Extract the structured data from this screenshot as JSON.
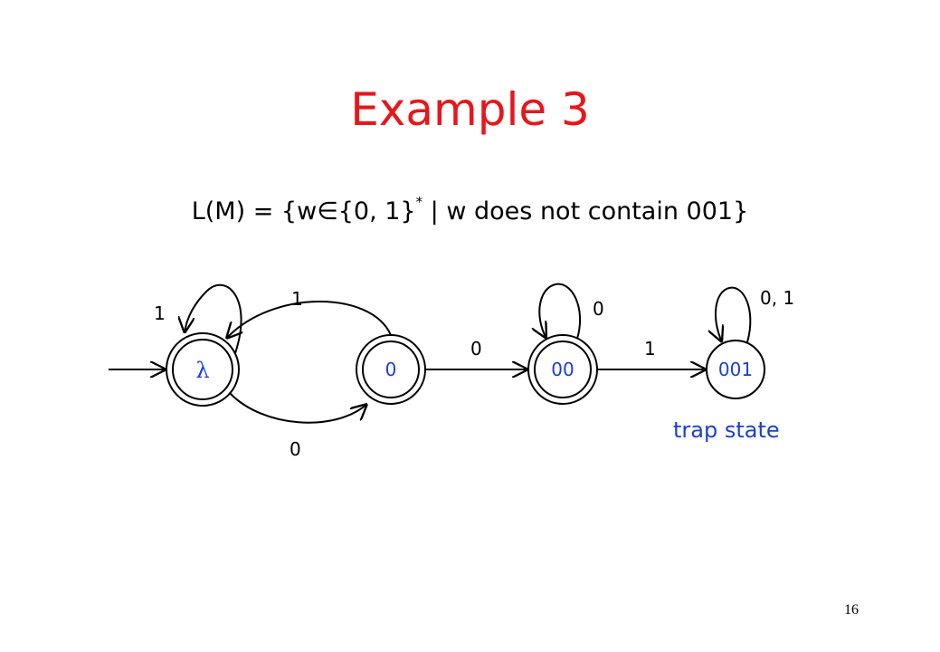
{
  "slide": {
    "title": "Example 3",
    "formula_prefix": "L(M) = {w∈{0, 1}",
    "formula_star": "*",
    "formula_suffix": " | w does not contain 001}",
    "page_number": "16"
  },
  "diagram": {
    "states": [
      {
        "label": "λ",
        "accepting": true,
        "start": true
      },
      {
        "label": "0",
        "accepting": true
      },
      {
        "label": "00",
        "accepting": true
      },
      {
        "label": "001",
        "accepting": false
      }
    ],
    "transitions": [
      {
        "from": "λ",
        "to": "λ",
        "label": "1"
      },
      {
        "from": "0",
        "to": "λ",
        "label": "1"
      },
      {
        "from": "λ",
        "to": "0",
        "label": "0"
      },
      {
        "from": "0",
        "to": "00",
        "label": "0"
      },
      {
        "from": "00",
        "to": "00",
        "label": "0"
      },
      {
        "from": "00",
        "to": "001",
        "label": "1"
      },
      {
        "from": "001",
        "to": "001",
        "label": "0, 1"
      }
    ],
    "trap_label": "trap state",
    "colors": {
      "title": "#e8161b",
      "state_text": "#1a3fd6",
      "lines": "#000000"
    }
  }
}
